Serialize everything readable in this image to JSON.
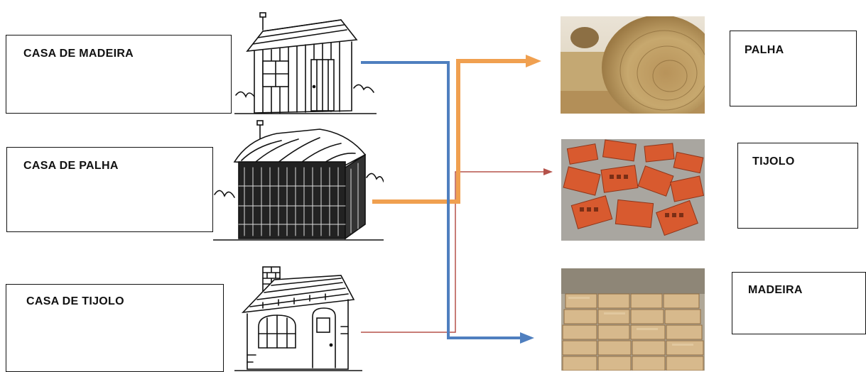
{
  "houses": [
    {
      "id": "madeira",
      "label": "CASA DE MADEIRA"
    },
    {
      "id": "palha",
      "label": "CASA DE PALHA"
    },
    {
      "id": "tijolo",
      "label": "CASA DE TIJOLO"
    }
  ],
  "materials": [
    {
      "id": "palha",
      "label": "PALHA"
    },
    {
      "id": "tijolo",
      "label": "TIJOLO"
    },
    {
      "id": "madeira",
      "label": "MADEIRA"
    }
  ],
  "connections": [
    {
      "from": "casa-de-madeira",
      "to": "madeira",
      "color": "#4f7fbf"
    },
    {
      "from": "casa-de-palha",
      "to": "palha",
      "color": "#f0a050"
    },
    {
      "from": "casa-de-tijolo",
      "to": "tijolo",
      "color": "#b5524a"
    }
  ],
  "colors": {
    "wood_line": "#4f7fbf",
    "straw_line": "#f0a050",
    "brick_line": "#b5524a",
    "brick": "#d9582e",
    "straw": "#c9a86a",
    "timber": "#c9a57a"
  }
}
